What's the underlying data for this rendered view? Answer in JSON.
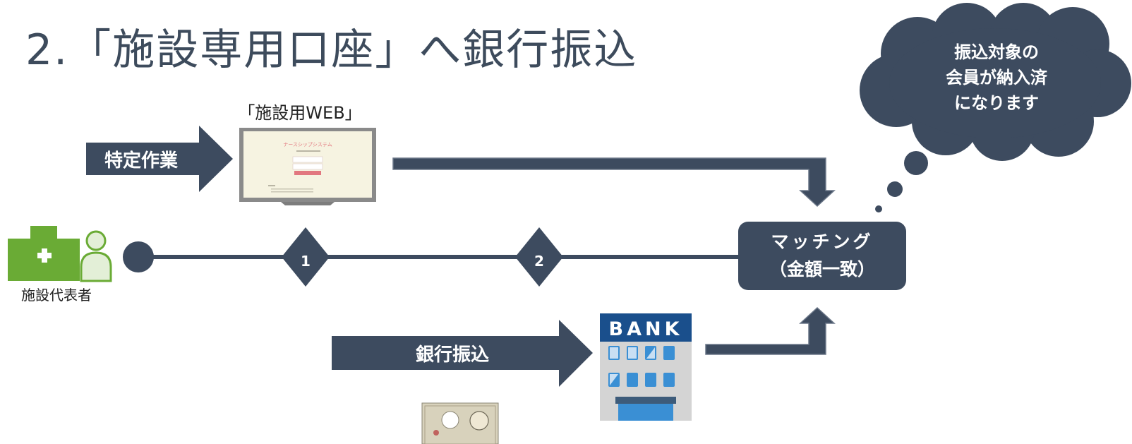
{
  "title": "2.「施設専用口座」へ銀行振込",
  "web_label": "「施設用WEB」",
  "tokutei_label": "特定作業",
  "furikomi_label": "銀行振込",
  "actor_label": "施設代表者",
  "step1": "1",
  "step2": "2",
  "matching_line1": "マッチング",
  "matching_line2": "（金額一致）",
  "cloud_lines": [
    "振込対象の",
    "会員が納入済",
    "になります"
  ],
  "bank_sign": "BANK",
  "screen": {
    "app_title": "ナースシップシステム"
  },
  "colors": {
    "navy": "#3d4b5f",
    "green": "#6aab35",
    "light_green": "#e3efd7",
    "bank_blue": "#1a4f8c",
    "window_blue": "#3a8fd4",
    "monitor_gray": "#7d7d7d",
    "screen_bg": "#f6f3e1",
    "accent_pink": "#e2777f"
  },
  "icons": [
    "hospital-icon",
    "person-icon",
    "monitor-icon",
    "bank-building-icon",
    "banknote-icon",
    "thought-cloud-icon"
  ]
}
